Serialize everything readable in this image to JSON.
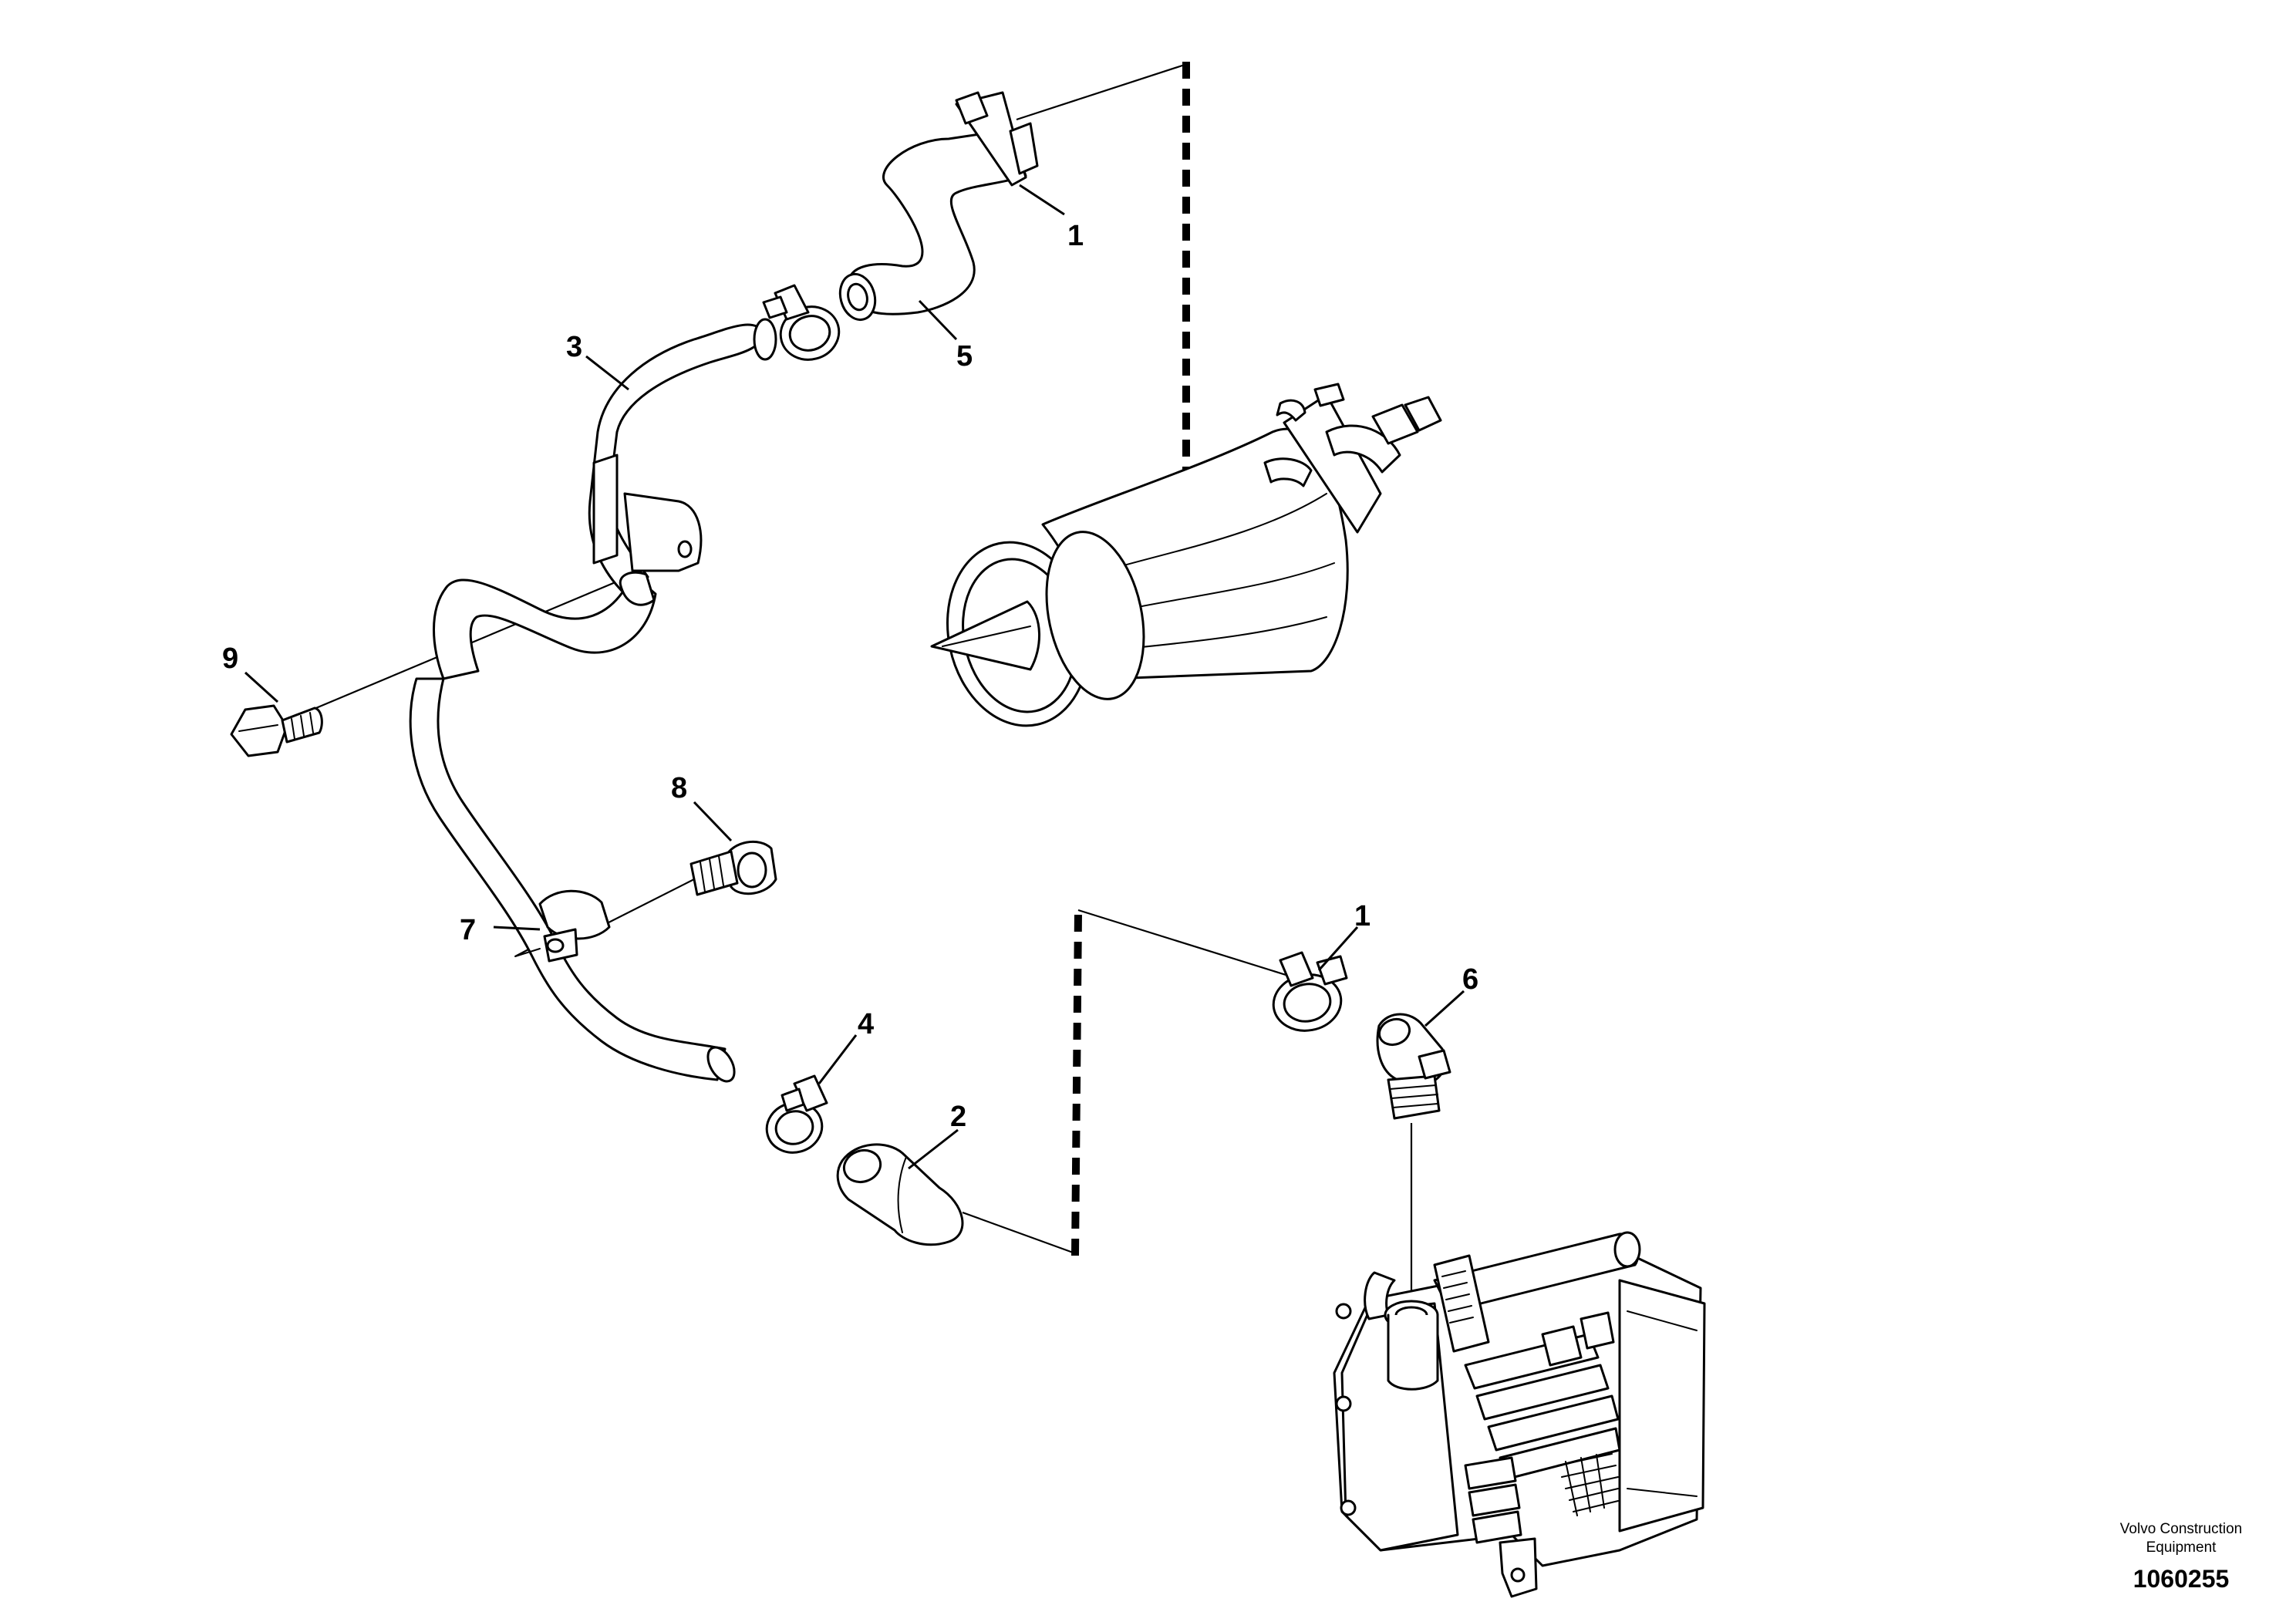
{
  "callouts": {
    "c1_top": "1",
    "c1_bottom": "1",
    "c2": "2",
    "c3": "3",
    "c4": "4",
    "c5": "5",
    "c6": "6",
    "c7": "7",
    "c8": "8",
    "c9": "9"
  },
  "footer": {
    "company_line1": "Volvo Construction",
    "company_line2": "Equipment",
    "drawing_number": "1060255"
  },
  "icons": {
    "fuel_filter": "fuel-filter-icon",
    "ecu_module": "control-unit-icon",
    "hose_clamp": "hose-clamp-icon",
    "bolt": "bolt-icon"
  }
}
